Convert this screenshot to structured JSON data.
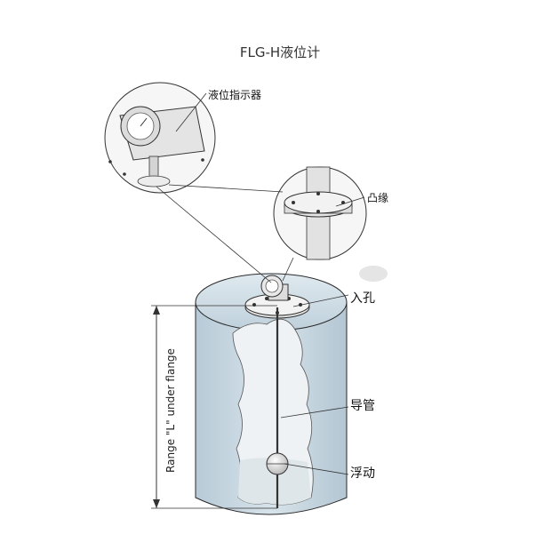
{
  "title": "FLG-H液位计",
  "labels": {
    "indicator": "液位指示器",
    "flange": "凸缘",
    "inlet": "入孔",
    "guide_tube": "导管",
    "float": "浮动"
  },
  "dimension_label": "Range \"L\" under flange",
  "colors": {
    "tank_fill": "#c9d9e4",
    "tank_stroke": "#2a2a2a",
    "inner_fill": "#e9eef1",
    "line": "#333333"
  }
}
